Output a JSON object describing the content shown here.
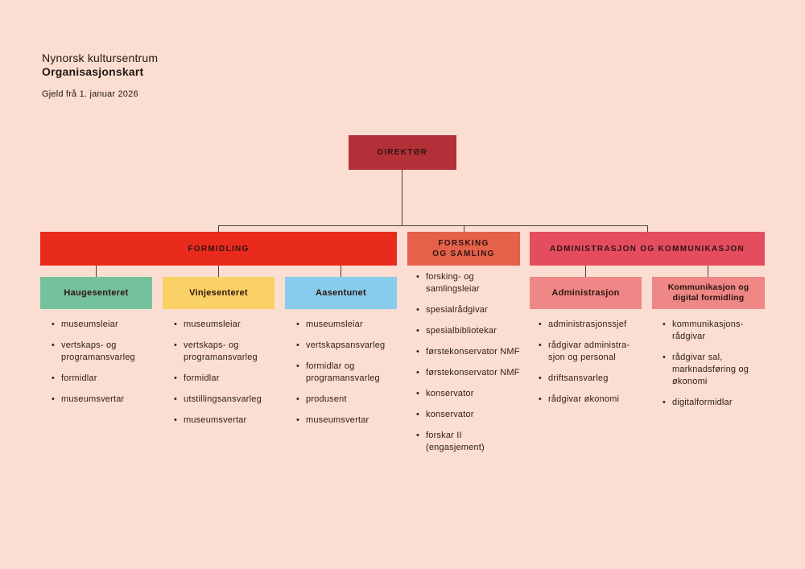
{
  "colors": {
    "background": "#fbddd1",
    "connector": "#4e4038",
    "text_dark": "#2e1511",
    "direktor": "#b43038",
    "formidling": "#e92b1e",
    "forsking": "#e5614a",
    "admin": "#e54d5f",
    "haugesenteret": "#74c29c",
    "vinjesenteret": "#fad166",
    "aasentunet": "#87ccec",
    "admin_units": "#ee8785"
  },
  "header": {
    "org_name": "Nynorsk kultursentrum",
    "doc_title": "Organisasjonskart",
    "valid_from": "Gjeld frå 1. januar 2026"
  },
  "org": {
    "root": {
      "label": "DIREKTØR",
      "color": "#b43038"
    },
    "branches": [
      {
        "label": "FORMIDLING",
        "color": "#e92b1e",
        "units": [
          {
            "label": "Haugesenteret",
            "color": "#74c29c",
            "roles": [
              "museumsleiar",
              "vertskaps- og\nprogramansvarleg",
              "formidlar",
              "museumsvertar"
            ]
          },
          {
            "label": "Vinjesenteret",
            "color": "#fad166",
            "roles": [
              "museumsleiar",
              "vertskaps- og\nprogramansvarleg",
              "formidlar",
              "utstillingsansvarleg",
              "museumsvertar"
            ]
          },
          {
            "label": "Aasentunet",
            "color": "#87ccec",
            "roles": [
              "museumsleiar",
              "vertskapsansvarleg",
              "formidlar og\nprogramansvarleg",
              "produsent",
              "museumsvertar"
            ]
          }
        ]
      },
      {
        "label": "FORSKING\nOG SAMLING",
        "color": "#e5614a",
        "roles": [
          "forsking- og\nsamlingsleiar",
          "spesialrådgivar",
          "spesialbibliotekar",
          "førstekonservator NMF",
          "førstekonservator NMF",
          "konservator",
          "konservator",
          "forskar II\n(engasjement)"
        ]
      },
      {
        "label": "ADMINISTRASJON OG KOMMUNIKASJON",
        "color": "#e54d5f",
        "units": [
          {
            "label": "Administrasjon",
            "color": "#ee8785",
            "roles": [
              "administrasjonssjef",
              "rådgivar administra-\nsjon og personal",
              "driftsansvarleg",
              "rådgivar økonomi"
            ]
          },
          {
            "label": "Kommunikasjon og\ndigital formidling",
            "color": "#ee8785",
            "roles": [
              "kommunikasjons-\nrådgivar",
              "rådgivar sal,\nmarknadsføring og\nøkonomi",
              "digitalformidlar"
            ]
          }
        ]
      }
    ]
  }
}
